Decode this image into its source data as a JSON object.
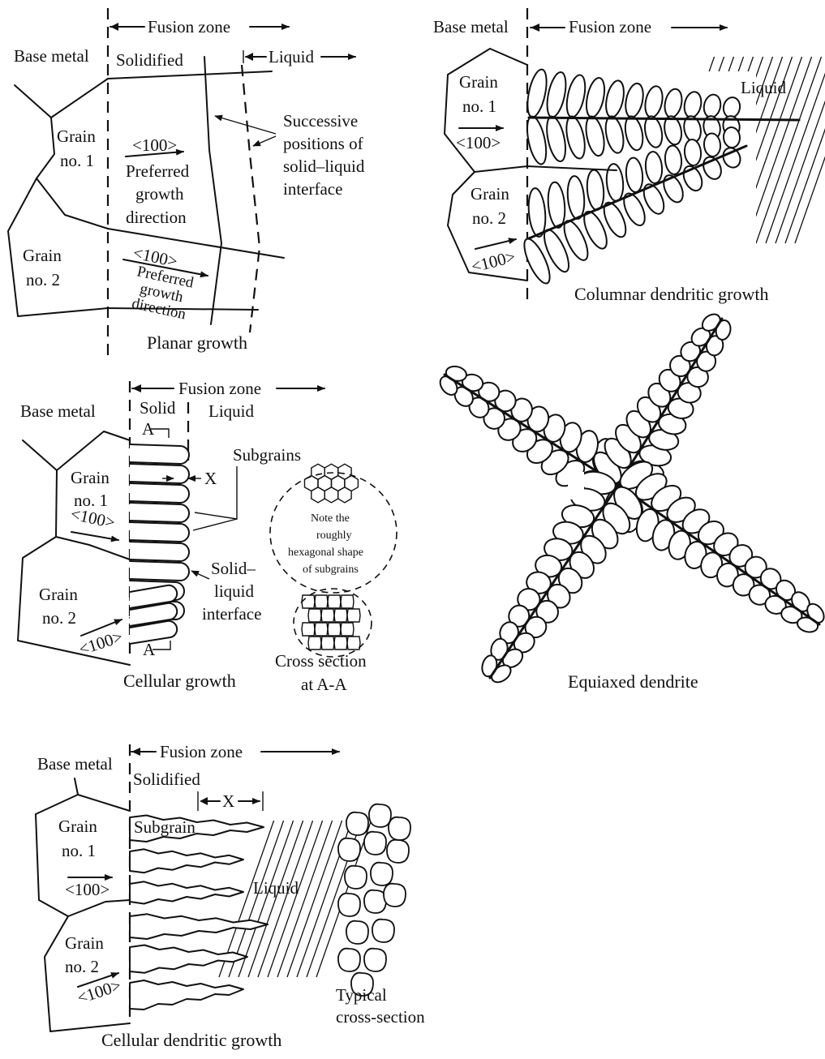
{
  "planar": {
    "fusion_zone": "Fusion zone",
    "base_metal": "Base metal",
    "solidified": "Solidified",
    "liquid": "Liquid",
    "grain1": [
      "Grain",
      "no. 1"
    ],
    "grain2": [
      "Grain",
      "no. 2"
    ],
    "dir_upper": "<100>",
    "pref_upper": [
      "Preferred",
      "growth",
      "direction"
    ],
    "dir_lower": "<100>",
    "pref_lower": [
      "Preferred",
      "growth",
      "direction"
    ],
    "successive": [
      "Successive",
      "positions of",
      "solid–liquid",
      "interface"
    ],
    "caption": "Planar growth"
  },
  "columnar": {
    "base_metal": "Base metal",
    "fusion_zone": "Fusion zone",
    "liquid": "Liquid",
    "grain1": [
      "Grain",
      "no. 1"
    ],
    "dir1": "<100>",
    "grain2": [
      "Grain",
      "no. 2"
    ],
    "dir2": "<100>",
    "caption": "Columnar dendritic growth"
  },
  "cellular": {
    "fusion_zone": "Fusion zone",
    "base_metal": "Base metal",
    "solid": "Solid",
    "liquid": "Liquid",
    "section_mark_top": "A",
    "section_mark_bottom": "A",
    "x_mark": "X",
    "subgrains": "Subgrains",
    "grain1": [
      "Grain",
      "no. 1"
    ],
    "dir1": "<100>",
    "grain2": [
      "Grain",
      "no. 2"
    ],
    "dir2": "<100>",
    "interface": [
      "Solid–",
      "liquid",
      "interface"
    ],
    "note": [
      "Note the",
      "roughly",
      "hexagonal shape",
      "of subgrains"
    ],
    "cross_section": [
      "Cross section",
      "at A-A"
    ],
    "caption": "Cellular growth"
  },
  "equiaxed": {
    "caption": "Equiaxed dendrite"
  },
  "cellular_dendritic": {
    "fusion_zone": "Fusion zone",
    "base_metal": "Base metal",
    "solidified": "Solidified",
    "x_mark": "X",
    "subgrain": "Subgrain",
    "liquid": "Liquid",
    "grain1": [
      "Grain",
      "no. 1"
    ],
    "dir1": "<100>",
    "grain2": [
      "Grain",
      "no. 2"
    ],
    "dir2": "<100>",
    "typical": [
      "Typical",
      "cross-section"
    ],
    "caption": "Cellular dendritic growth"
  }
}
